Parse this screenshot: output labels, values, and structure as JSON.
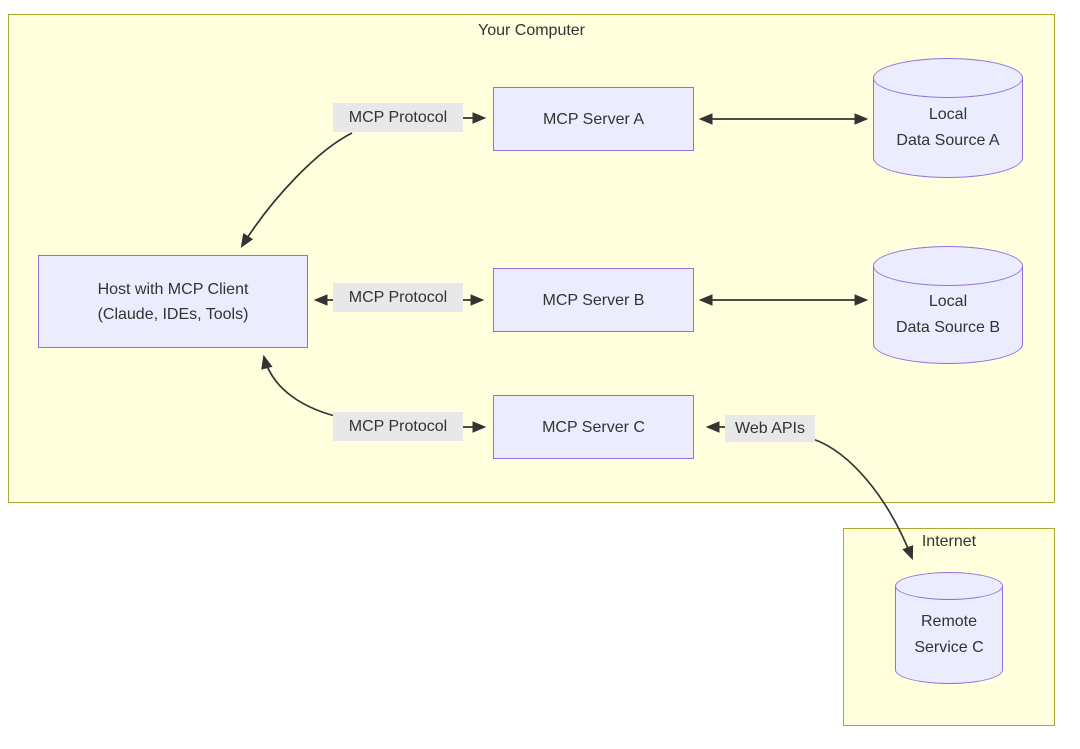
{
  "subgraphs": {
    "your_computer": "Your Computer",
    "internet": "Internet"
  },
  "nodes": {
    "host": {
      "line1": "Host with MCP Client",
      "line2": "(Claude, IDEs, Tools)"
    },
    "server_a": "MCP Server A",
    "server_b": "MCP Server B",
    "server_c": "MCP Server C",
    "data_source_a": {
      "line1": "Local",
      "line2": "Data Source A"
    },
    "data_source_b": {
      "line1": "Local",
      "line2": "Data Source B"
    },
    "remote_service_c": {
      "line1": "Remote",
      "line2": "Service C"
    }
  },
  "edge_labels": {
    "host_server_a": "MCP Protocol",
    "host_server_b": "MCP Protocol",
    "host_server_c": "MCP Protocol",
    "server_c_remote": "Web APIs"
  },
  "colors": {
    "subgraph_fill": "#ffffde",
    "subgraph_border": "#aaaa33",
    "node_fill": "#ECECFF",
    "node_border": "#9370DB",
    "edge_label_bg": "#e8e8e8",
    "line_color": "#333333",
    "text_color": "#333333"
  }
}
